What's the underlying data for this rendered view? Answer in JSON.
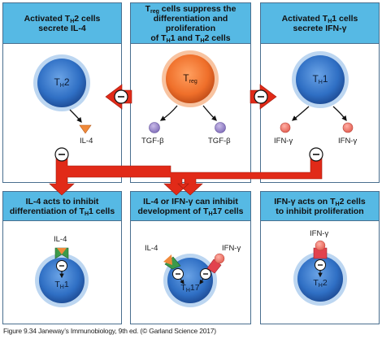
{
  "figure": {
    "caption": "Figure 9.34  Janeway’s Immunobiology, 9th ed. (© Garland Science 2017)"
  },
  "panels": {
    "top_left": {
      "title": [
        {
          "t": "Activated T"
        },
        {
          "sub": "H"
        },
        {
          "t": "2 cells"
        },
        {
          "br": true
        },
        {
          "t": "secrete IL-4"
        }
      ],
      "cell_label": [
        "T",
        "H",
        "2"
      ],
      "molecule": "IL-4"
    },
    "top_center": {
      "title": [
        {
          "t": "T"
        },
        {
          "sub": "reg"
        },
        {
          "t": " cells suppress the"
        },
        {
          "br": true
        },
        {
          "t": "differentiation and proliferation"
        },
        {
          "br": true
        },
        {
          "t": "of T"
        },
        {
          "sub": "H"
        },
        {
          "t": "1 and T"
        },
        {
          "sub": "H"
        },
        {
          "t": "2 cells"
        }
      ],
      "cell_label": [
        "T",
        "reg",
        ""
      ],
      "molecule_left": "TGF-β",
      "molecule_right": "TGF-β"
    },
    "top_right": {
      "title": [
        {
          "t": "Activated T"
        },
        {
          "sub": "H"
        },
        {
          "t": "1 cells"
        },
        {
          "br": true
        },
        {
          "t": "secrete IFN-γ"
        }
      ],
      "cell_label": [
        "T",
        "H",
        "1"
      ],
      "molecule_left": "IFN-γ",
      "molecule_right": "IFN-γ"
    },
    "bottom_left": {
      "title": [
        {
          "t": "IL-4 acts to inhibit"
        },
        {
          "br": true
        },
        {
          "t": "differentiation of T"
        },
        {
          "sub": "H"
        },
        {
          "t": "1 cells"
        }
      ],
      "cell_label": [
        "T",
        "H",
        "1"
      ],
      "molecule": "IL-4"
    },
    "bottom_center": {
      "title": [
        {
          "t": "IL-4 or IFN-γ can inhibit"
        },
        {
          "br": true
        },
        {
          "t": "development of T"
        },
        {
          "sub": "H"
        },
        {
          "t": "17 cells"
        }
      ],
      "cell_label": [
        "T",
        "H",
        "17"
      ],
      "molecule_left": "IL-4",
      "molecule_right": "IFN-γ"
    },
    "bottom_right": {
      "title": [
        {
          "t": "IFN-γ acts on T"
        },
        {
          "sub": "H"
        },
        {
          "t": "2 cells"
        },
        {
          "br": true
        },
        {
          "t": "to inhibit proliferation"
        }
      ],
      "cell_label": [
        "T",
        "H",
        "2"
      ],
      "molecule": "IFN-γ"
    }
  },
  "inhibit_symbol": "−",
  "colors": {
    "header": "#56b9e4",
    "border": "#4a6f8f",
    "th_cell": "#2f6fc4",
    "treg_cell": "#ef6f2a",
    "arrow_red": "#e12a18",
    "il4": "#f08a3a",
    "tgfb": "#9a86c8",
    "ifng": "#f27a6c",
    "il4_receptor": "#3c9a4a",
    "ifng_receptor": "#e2424e"
  }
}
